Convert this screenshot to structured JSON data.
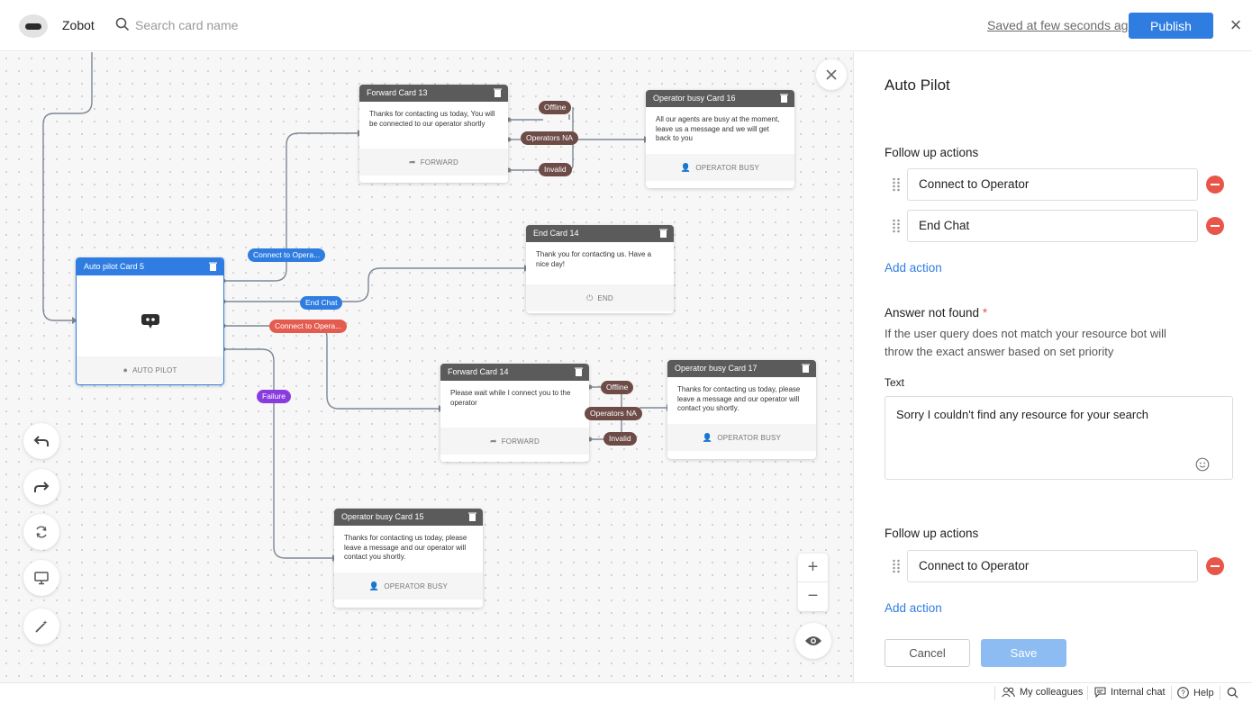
{
  "header": {
    "app_name": "Zobot",
    "search_placeholder": "Search card name",
    "saved_status": "Saved at few seconds ago",
    "publish_label": "Publish"
  },
  "canvas": {
    "cards": {
      "forward13": {
        "title": "Forward Card 13",
        "body": "Thanks for contacting us today, You will be connected to our operator shortly",
        "footer": "FORWARD"
      },
      "opbusy16": {
        "title": "Operator busy Card 16",
        "body": "All our agents are busy at the moment, leave us a message and we will get back to you",
        "footer": "OPERATOR BUSY"
      },
      "end14": {
        "title": "End Card 14",
        "body": "Thank you for contacting us. Have a nice day!",
        "footer": "END"
      },
      "autopilot5": {
        "title": "Auto pilot Card 5",
        "footer": "AUTO PILOT"
      },
      "forward14": {
        "title": "Forward Card 14",
        "body": "Please wait while I connect you to the operator",
        "footer": "FORWARD"
      },
      "opbusy17": {
        "title": "Operator busy Card 17",
        "body": "Thanks for contacting us today, please leave a message and our operator will contact you shortly.",
        "footer": "OPERATOR BUSY"
      },
      "opbusy15": {
        "title": "Operator busy Card 15",
        "body": "Thanks for contacting us today, please leave a message and our operator will contact you shortly.",
        "footer": "OPERATOR BUSY"
      }
    },
    "chips": {
      "offline1": "Offline",
      "opna1": "Operators NA",
      "invalid1": "Invalid",
      "connect_blue": "Connect to Opera...",
      "endchat": "End Chat",
      "connect_red": "Connect to Opera...",
      "failure": "Failure",
      "offline2": "Offline",
      "opna2": "Operators NA",
      "invalid2": "Invalid"
    },
    "colors": {
      "accent": "#2f7de1",
      "chip_brown": "#6d4c47",
      "chip_red": "#e45b4f",
      "chip_purple": "#8a3be0",
      "wire": "#7d8794"
    }
  },
  "panel": {
    "title": "Auto Pilot",
    "follow_up_label": "Follow up actions",
    "actions": [
      "Connect to Operator",
      "End Chat"
    ],
    "add_action": "Add action",
    "answer_not_found_label": "Answer not found",
    "required_mark": "*",
    "help_text": "If the user query does not match your resource bot will throw the exact answer based on set priority",
    "text_label": "Text",
    "text_value": "Sorry I couldn't find any resource for your search",
    "follow_up_label_2": "Follow up actions",
    "actions_2": [
      "Connect to Operator"
    ],
    "add_action_2": "Add action",
    "cancel_label": "Cancel",
    "save_label": "Save"
  },
  "footer": {
    "colleagues": "My colleagues",
    "internal_chat": "Internal chat",
    "help": "Help"
  }
}
